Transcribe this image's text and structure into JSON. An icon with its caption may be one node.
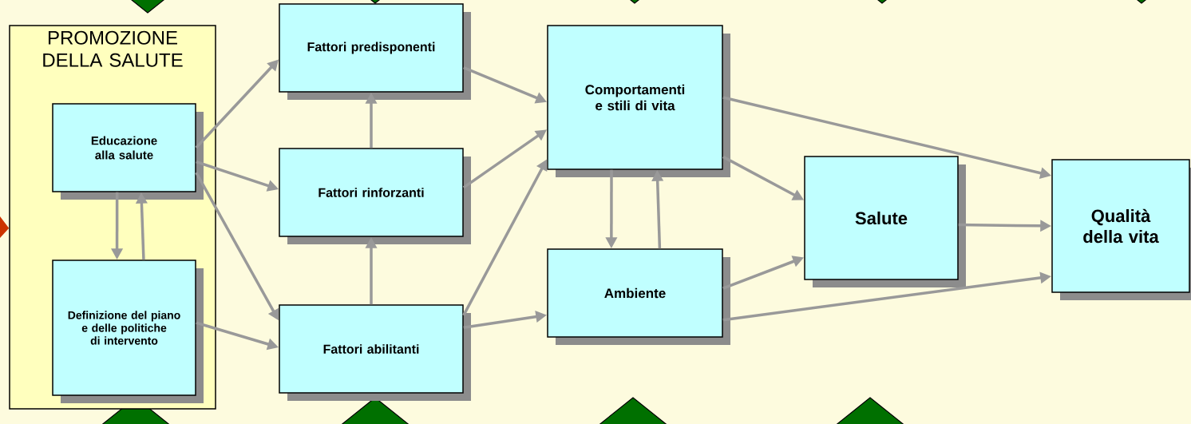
{
  "diagram": {
    "nodes": [
      {
        "text": [
          "PROMOZIONE DELLA SALUTE"
        ]
      },
      {
        "text": [
          "Educazione alla salute"
        ],
        "in": 0
      },
      {
        "text": [
          "Definizione del piano e delle politiche di intervento"
        ],
        "in": 0
      },
      {
        "text": [
          "Fattori predisponenti"
        ]
      },
      {
        "text": [
          "Fattori rinforzanti"
        ]
      },
      {
        "text": [
          "Fattori abilitanti"
        ]
      },
      {
        "text": [
          "Comportamenti e stili di vita"
        ]
      },
      {
        "text": [
          "Ambiente"
        ]
      },
      {
        "text": [
          "Salute"
        ]
      },
      {
        "text": [
          "Qualità della vita"
        ]
      }
    ],
    "edges": [
      {
        "from": 1,
        "to": 3,
        "arrow": "to"
      },
      {
        "from": 1,
        "to": 4,
        "arrow": "to"
      },
      {
        "from": 1,
        "to": 5,
        "arrow": "to"
      },
      {
        "from": 2,
        "to": 5,
        "arrow": "to"
      },
      {
        "from": 1,
        "to": 2,
        "arrow": "to"
      },
      {
        "from": 2,
        "to": 1,
        "arrow": "to"
      },
      {
        "from": 4,
        "to": 3,
        "arrow": "to"
      },
      {
        "from": 5,
        "to": 4,
        "arrow": "to"
      },
      {
        "from": 3,
        "to": 6,
        "arrow": "to"
      },
      {
        "from": 4,
        "to": 6,
        "arrow": "to"
      },
      {
        "from": 5,
        "to": 6,
        "arrow": "to"
      },
      {
        "from": 5,
        "to": 7,
        "arrow": "to"
      },
      {
        "from": 6,
        "to": 7,
        "arrow": "to"
      },
      {
        "from": 7,
        "to": 6,
        "arrow": "to"
      },
      {
        "from": 6,
        "to": 8,
        "arrow": "to"
      },
      {
        "from": 6,
        "to": 9,
        "arrow": "to"
      },
      {
        "from": 7,
        "to": 8,
        "arrow": "to"
      },
      {
        "from": 8,
        "to": 9,
        "arrow": "to"
      },
      {
        "from": 7,
        "to": 9,
        "arrow": "to"
      },
      {
        "from": null,
        "to": 0,
        "arrow": "to",
        "style": "thick",
        "color": "#cc3300"
      }
    ]
  }
}
